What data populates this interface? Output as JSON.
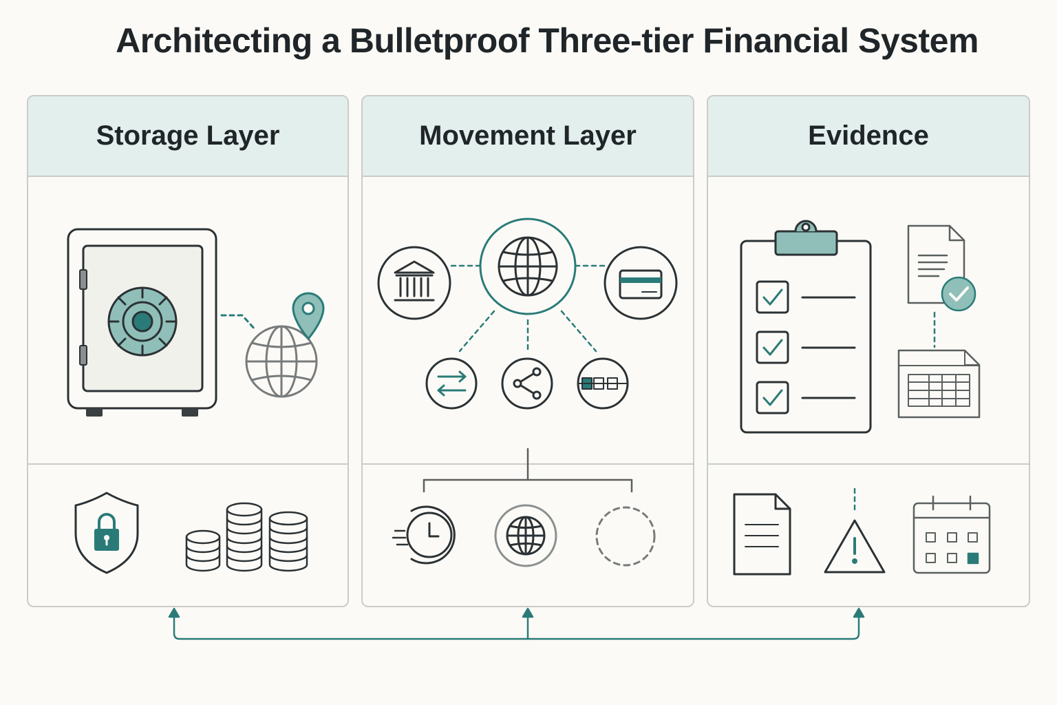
{
  "title": "Architecting a Bulletproof Three-tier Financial System",
  "colors": {
    "accent": "#2a7b78",
    "accent_light": "#8fbfb8",
    "ink": "#2b3134",
    "muted": "#777b7b",
    "header_bg": "#e3efec",
    "border": "#c9ccc8"
  },
  "panels": [
    {
      "header": "Storage Layer",
      "top_icons": [
        "safe-vault-icon",
        "globe-location-icon"
      ],
      "bottom_icons": [
        "shield-lock-icon",
        "coin-stacks-icon"
      ]
    },
    {
      "header": "Movement Layer",
      "top_icons": [
        "bank-icon",
        "globe-hub-icon",
        "credit-card-icon",
        "transfer-arrows-icon",
        "share-network-icon",
        "chain-link-icon"
      ],
      "bottom_icons": [
        "clock-speed-icon",
        "globe-icon",
        "dashed-circle-icon"
      ]
    },
    {
      "header": "Evidence",
      "top_icons": [
        "clipboard-checklist-icon",
        "verified-document-icon",
        "spreadsheet-icon"
      ],
      "bottom_icons": [
        "document-icon",
        "warning-icon",
        "calendar-icon"
      ]
    }
  ]
}
